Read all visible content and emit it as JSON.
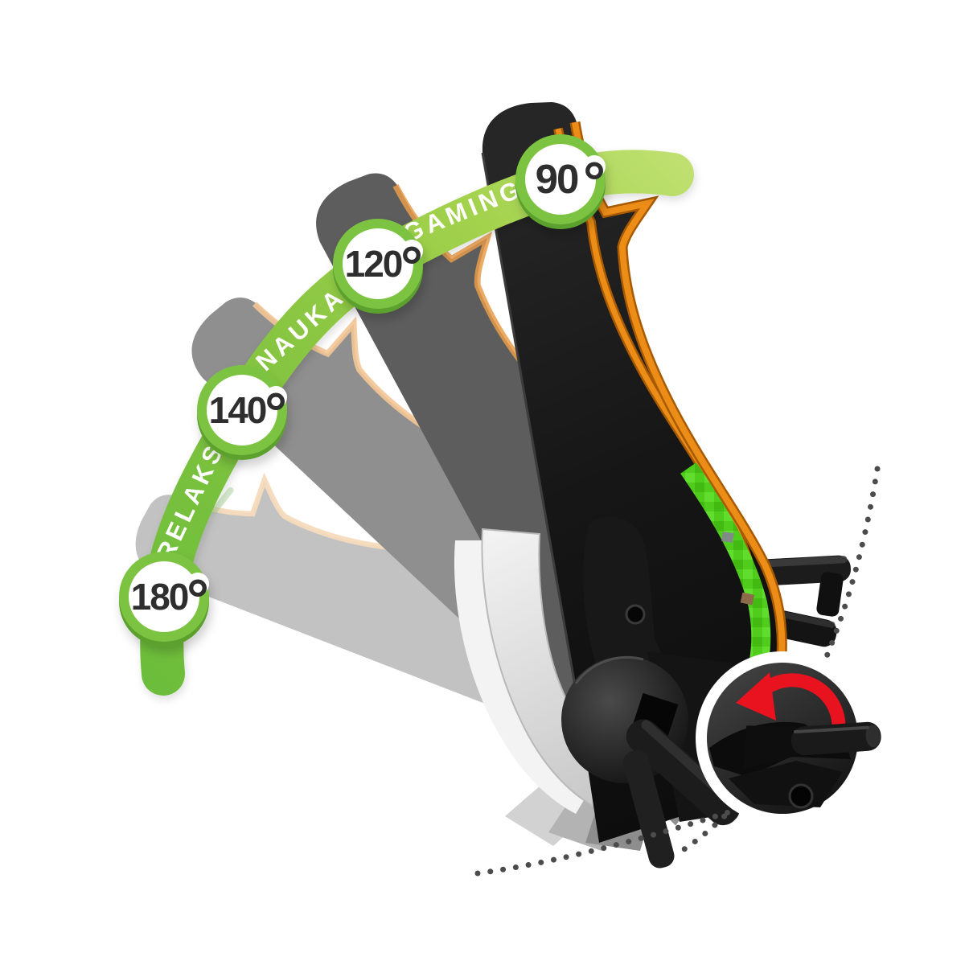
{
  "arc": {
    "badges": [
      {
        "value": "90",
        "degree": "°"
      },
      {
        "value": "120",
        "degree": "°"
      },
      {
        "value": "140",
        "degree": "°"
      },
      {
        "value": "180",
        "degree": "°"
      }
    ],
    "modes": [
      {
        "label": "GAMING"
      },
      {
        "label": "NAUKA"
      },
      {
        "label": "RELAKS"
      }
    ],
    "band_colors": [
      "#bfe070",
      "#a3d24d",
      "#8cc743",
      "#79c13e",
      "#6cbd3a"
    ],
    "badge_ring_color": "#7dc342"
  },
  "chair": {
    "piping_color": "#ec8d18",
    "piping_casing_color": "#a85a00",
    "fabric_green": "#50cd1c",
    "body_color": "#181818",
    "ghost_colors": [
      "#5d5d5d",
      "#8f8f8f",
      "#c2c2c2"
    ]
  },
  "detail_zoom": {
    "icon": "rotate-counterclockwise-arrow-icon",
    "arrow_color": "#e8131f",
    "background_dark": "#1a1a1a"
  },
  "decor": {
    "dot_color": "#4c4c4c"
  }
}
